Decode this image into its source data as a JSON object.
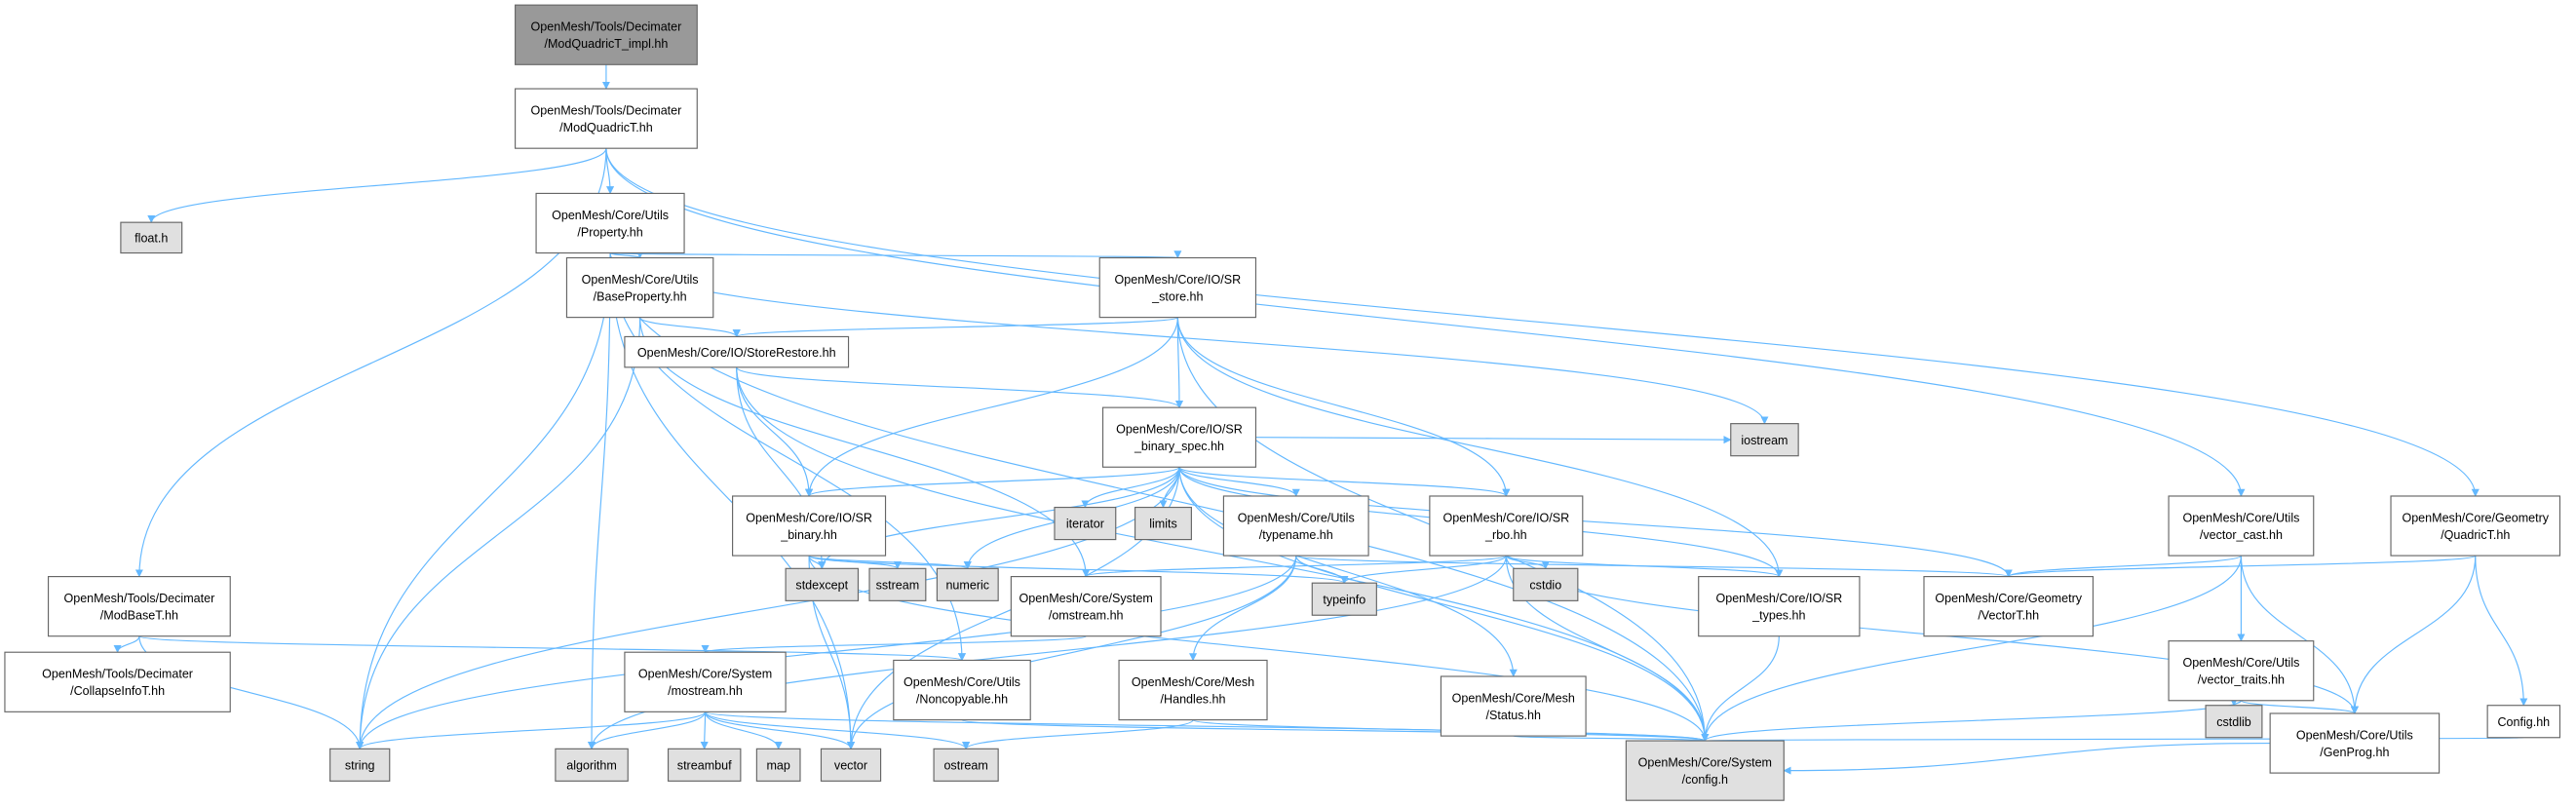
{
  "graph": {
    "colors": {
      "edge": "#63b8ff",
      "root_fill": "#999999",
      "system_fill": "#e0e0e0",
      "node_fill": "#ffffff",
      "border": "#666666"
    },
    "nodes": [
      {
        "id": "impl",
        "lines": [
          "OpenMesh/Tools/Decimater",
          "/ModQuadricT_impl.hh"
        ],
        "kind": "root"
      },
      {
        "id": "modquadric",
        "lines": [
          "OpenMesh/Tools/Decimater",
          "/ModQuadricT.hh"
        ],
        "kind": "file"
      },
      {
        "id": "float",
        "lines": [
          "float.h"
        ],
        "kind": "system"
      },
      {
        "id": "property",
        "lines": [
          "OpenMesh/Core/Utils",
          "/Property.hh"
        ],
        "kind": "file"
      },
      {
        "id": "baseproperty",
        "lines": [
          "OpenMesh/Core/Utils",
          "/BaseProperty.hh"
        ],
        "kind": "file"
      },
      {
        "id": "srstore",
        "lines": [
          "OpenMesh/Core/IO/SR",
          "_store.hh"
        ],
        "kind": "file"
      },
      {
        "id": "storerestore",
        "lines": [
          "OpenMesh/Core/IO/StoreRestore.hh"
        ],
        "kind": "file"
      },
      {
        "id": "srbinspec",
        "lines": [
          "OpenMesh/Core/IO/SR",
          "_binary_spec.hh"
        ],
        "kind": "file"
      },
      {
        "id": "iterator",
        "lines": [
          "iterator"
        ],
        "kind": "system"
      },
      {
        "id": "limits",
        "lines": [
          "limits"
        ],
        "kind": "system"
      },
      {
        "id": "iostream",
        "lines": [
          "iostream"
        ],
        "kind": "system"
      },
      {
        "id": "srbinary",
        "lines": [
          "OpenMesh/Core/IO/SR",
          "_binary.hh"
        ],
        "kind": "file"
      },
      {
        "id": "typename",
        "lines": [
          "OpenMesh/Core/Utils",
          "/typename.hh"
        ],
        "kind": "file"
      },
      {
        "id": "srrbo",
        "lines": [
          "OpenMesh/Core/IO/SR",
          "_rbo.hh"
        ],
        "kind": "file"
      },
      {
        "id": "vectorcast",
        "lines": [
          "OpenMesh/Core/Utils",
          "/vector_cast.hh"
        ],
        "kind": "file"
      },
      {
        "id": "quadric",
        "lines": [
          "OpenMesh/Core/Geometry",
          "/QuadricT.hh"
        ],
        "kind": "file"
      },
      {
        "id": "modbase",
        "lines": [
          "OpenMesh/Tools/Decimater",
          "/ModBaseT.hh"
        ],
        "kind": "file"
      },
      {
        "id": "stdexcept",
        "lines": [
          "stdexcept"
        ],
        "kind": "system"
      },
      {
        "id": "sstream",
        "lines": [
          "sstream"
        ],
        "kind": "system"
      },
      {
        "id": "numeric",
        "lines": [
          "numeric"
        ],
        "kind": "system"
      },
      {
        "id": "omstream",
        "lines": [
          "OpenMesh/Core/System",
          "/omstream.hh"
        ],
        "kind": "file"
      },
      {
        "id": "typeinfo",
        "lines": [
          "typeinfo"
        ],
        "kind": "system"
      },
      {
        "id": "cstdio",
        "lines": [
          "cstdio"
        ],
        "kind": "system"
      },
      {
        "id": "srtypes",
        "lines": [
          "OpenMesh/Core/IO/SR",
          "_types.hh"
        ],
        "kind": "file"
      },
      {
        "id": "vectort",
        "lines": [
          "OpenMesh/Core/Geometry",
          "/VectorT.hh"
        ],
        "kind": "file"
      },
      {
        "id": "vectortraits",
        "lines": [
          "OpenMesh/Core/Utils",
          "/vector_traits.hh"
        ],
        "kind": "file"
      },
      {
        "id": "cstdlib",
        "lines": [
          "cstdlib"
        ],
        "kind": "system"
      },
      {
        "id": "genprog",
        "lines": [
          "OpenMesh/Core/Utils",
          "/GenProg.hh"
        ],
        "kind": "file"
      },
      {
        "id": "confighh",
        "lines": [
          "Config.hh"
        ],
        "kind": "file"
      },
      {
        "id": "collapseinfo",
        "lines": [
          "OpenMesh/Tools/Decimater",
          "/CollapseInfoT.hh"
        ],
        "kind": "file"
      },
      {
        "id": "mostream",
        "lines": [
          "OpenMesh/Core/System",
          "/mostream.hh"
        ],
        "kind": "file"
      },
      {
        "id": "noncopyable",
        "lines": [
          "OpenMesh/Core/Utils",
          "/Noncopyable.hh"
        ],
        "kind": "file"
      },
      {
        "id": "handles",
        "lines": [
          "OpenMesh/Core/Mesh",
          "/Handles.hh"
        ],
        "kind": "file"
      },
      {
        "id": "status",
        "lines": [
          "OpenMesh/Core/Mesh",
          "/Status.hh"
        ],
        "kind": "file"
      },
      {
        "id": "configh",
        "lines": [
          "OpenMesh/Core/System",
          "/config.h"
        ],
        "kind": "system"
      },
      {
        "id": "string",
        "lines": [
          "string"
        ],
        "kind": "system"
      },
      {
        "id": "algorithm",
        "lines": [
          "algorithm"
        ],
        "kind": "system"
      },
      {
        "id": "streambuf",
        "lines": [
          "streambuf"
        ],
        "kind": "system"
      },
      {
        "id": "map",
        "lines": [
          "map"
        ],
        "kind": "system"
      },
      {
        "id": "vector",
        "lines": [
          "vector"
        ],
        "kind": "system"
      },
      {
        "id": "ostream",
        "lines": [
          "ostream"
        ],
        "kind": "system"
      }
    ],
    "edges": [
      [
        "impl",
        "modquadric"
      ],
      [
        "modquadric",
        "float"
      ],
      [
        "modquadric",
        "modbase"
      ],
      [
        "modquadric",
        "property"
      ],
      [
        "modquadric",
        "vectorcast"
      ],
      [
        "modquadric",
        "quadric"
      ],
      [
        "property",
        "baseproperty"
      ],
      [
        "property",
        "srstore"
      ],
      [
        "property",
        "string"
      ],
      [
        "property",
        "algorithm"
      ],
      [
        "property",
        "vector"
      ],
      [
        "property",
        "noncopyable"
      ],
      [
        "property",
        "iostream"
      ],
      [
        "property",
        "configh"
      ],
      [
        "baseproperty",
        "storerestore"
      ],
      [
        "baseproperty",
        "string"
      ],
      [
        "baseproperty",
        "omstream"
      ],
      [
        "srstore",
        "storerestore"
      ],
      [
        "srstore",
        "srbinspec"
      ],
      [
        "srstore",
        "srbinary"
      ],
      [
        "srstore",
        "srrbo"
      ],
      [
        "srstore",
        "srtypes"
      ],
      [
        "srstore",
        "configh"
      ],
      [
        "storerestore",
        "srbinspec"
      ],
      [
        "storerestore",
        "srbinary"
      ],
      [
        "storerestore",
        "stdexcept"
      ],
      [
        "storerestore",
        "configh"
      ],
      [
        "srbinspec",
        "srbinary"
      ],
      [
        "srbinspec",
        "iterator"
      ],
      [
        "srbinspec",
        "limits"
      ],
      [
        "srbinspec",
        "typename"
      ],
      [
        "srbinspec",
        "srrbo"
      ],
      [
        "srbinspec",
        "stdexcept"
      ],
      [
        "srbinspec",
        "numeric"
      ],
      [
        "srbinspec",
        "string"
      ],
      [
        "srbinspec",
        "vector"
      ],
      [
        "srbinspec",
        "iostream"
      ],
      [
        "srbinspec",
        "srtypes"
      ],
      [
        "srbinspec",
        "vectort"
      ],
      [
        "srbinspec",
        "status"
      ],
      [
        "srbinspec",
        "configh"
      ],
      [
        "srbinary",
        "stdexcept"
      ],
      [
        "srbinary",
        "sstream"
      ],
      [
        "srbinary",
        "numeric"
      ],
      [
        "srbinary",
        "typeinfo"
      ],
      [
        "srbinary",
        "vector"
      ],
      [
        "srbinary",
        "configh"
      ],
      [
        "typename",
        "typeinfo"
      ],
      [
        "typename",
        "string"
      ],
      [
        "typename",
        "vector"
      ],
      [
        "typename",
        "handles"
      ],
      [
        "typename",
        "vectort"
      ],
      [
        "srrbo",
        "omstream"
      ],
      [
        "srrbo",
        "typeinfo"
      ],
      [
        "srrbo",
        "cstdio"
      ],
      [
        "srrbo",
        "srtypes"
      ],
      [
        "srrbo",
        "genprog"
      ],
      [
        "srrbo",
        "configh"
      ],
      [
        "srrbo",
        "algorithm"
      ],
      [
        "modbase",
        "collapseinfo"
      ],
      [
        "modbase",
        "string"
      ],
      [
        "modbase",
        "noncopyable"
      ],
      [
        "omstream",
        "mostream"
      ],
      [
        "mostream",
        "string"
      ],
      [
        "mostream",
        "algorithm"
      ],
      [
        "mostream",
        "streambuf"
      ],
      [
        "mostream",
        "map"
      ],
      [
        "mostream",
        "vector"
      ],
      [
        "mostream",
        "ostream"
      ],
      [
        "mostream",
        "configh"
      ],
      [
        "noncopyable",
        "configh"
      ],
      [
        "handles",
        "ostream"
      ],
      [
        "handles",
        "configh"
      ],
      [
        "status",
        "configh"
      ],
      [
        "srtypes",
        "configh"
      ],
      [
        "vectorcast",
        "vectort"
      ],
      [
        "vectorcast",
        "vectortraits"
      ],
      [
        "vectorcast",
        "genprog"
      ],
      [
        "vectorcast",
        "configh"
      ],
      [
        "quadric",
        "vectort"
      ],
      [
        "quadric",
        "genprog"
      ],
      [
        "quadric",
        "confighh"
      ],
      [
        "vectortraits",
        "cstdlib"
      ],
      [
        "vectortraits",
        "genprog"
      ],
      [
        "vectortraits",
        "configh"
      ],
      [
        "genprog",
        "configh"
      ],
      [
        "confighh",
        "configh"
      ]
    ]
  }
}
